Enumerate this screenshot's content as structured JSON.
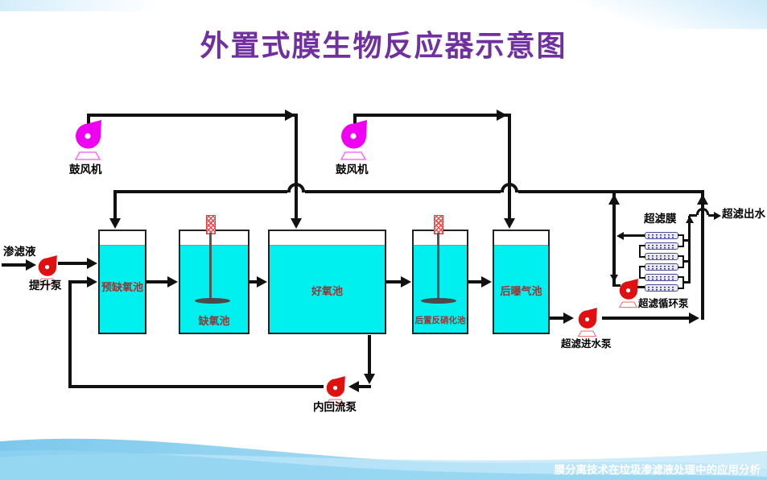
{
  "slide": {
    "title": "外置式膜生物反应器示意图",
    "footer": "膜分离技术在垃圾渗滤液处理中的应用分析"
  },
  "colors": {
    "title": "#7030A0",
    "tank_fill": "#00F0F0",
    "tank_label": "#943634",
    "pipe": "#111111",
    "pump_red": "#E01010",
    "blower_magenta": "#F000F0",
    "membrane_fill": "#E9E9F7",
    "membrane_border": "#4C4C9C",
    "footer_wave": "#8ED3F0"
  },
  "blowers": [
    {
      "label": "鼓风机"
    },
    {
      "label": "鼓风机"
    }
  ],
  "influent": {
    "label": "渗滤液"
  },
  "pumps": {
    "lift": {
      "label": "提升泵"
    },
    "internal_recycle": {
      "label": "内回流泵"
    },
    "uf_feed": {
      "label": "超滤进水泵"
    },
    "uf_circulation": {
      "label": "超滤循环泵"
    }
  },
  "tanks": [
    {
      "label": "预缺氧池"
    },
    {
      "label": "缺氧池"
    },
    {
      "label": "好氧池"
    },
    {
      "label": "后置反硝化池"
    },
    {
      "label": "后曝气池"
    }
  ],
  "membrane": {
    "label": "超滤膜",
    "module_count": 6
  },
  "effluent": {
    "label": "超滤出水"
  }
}
